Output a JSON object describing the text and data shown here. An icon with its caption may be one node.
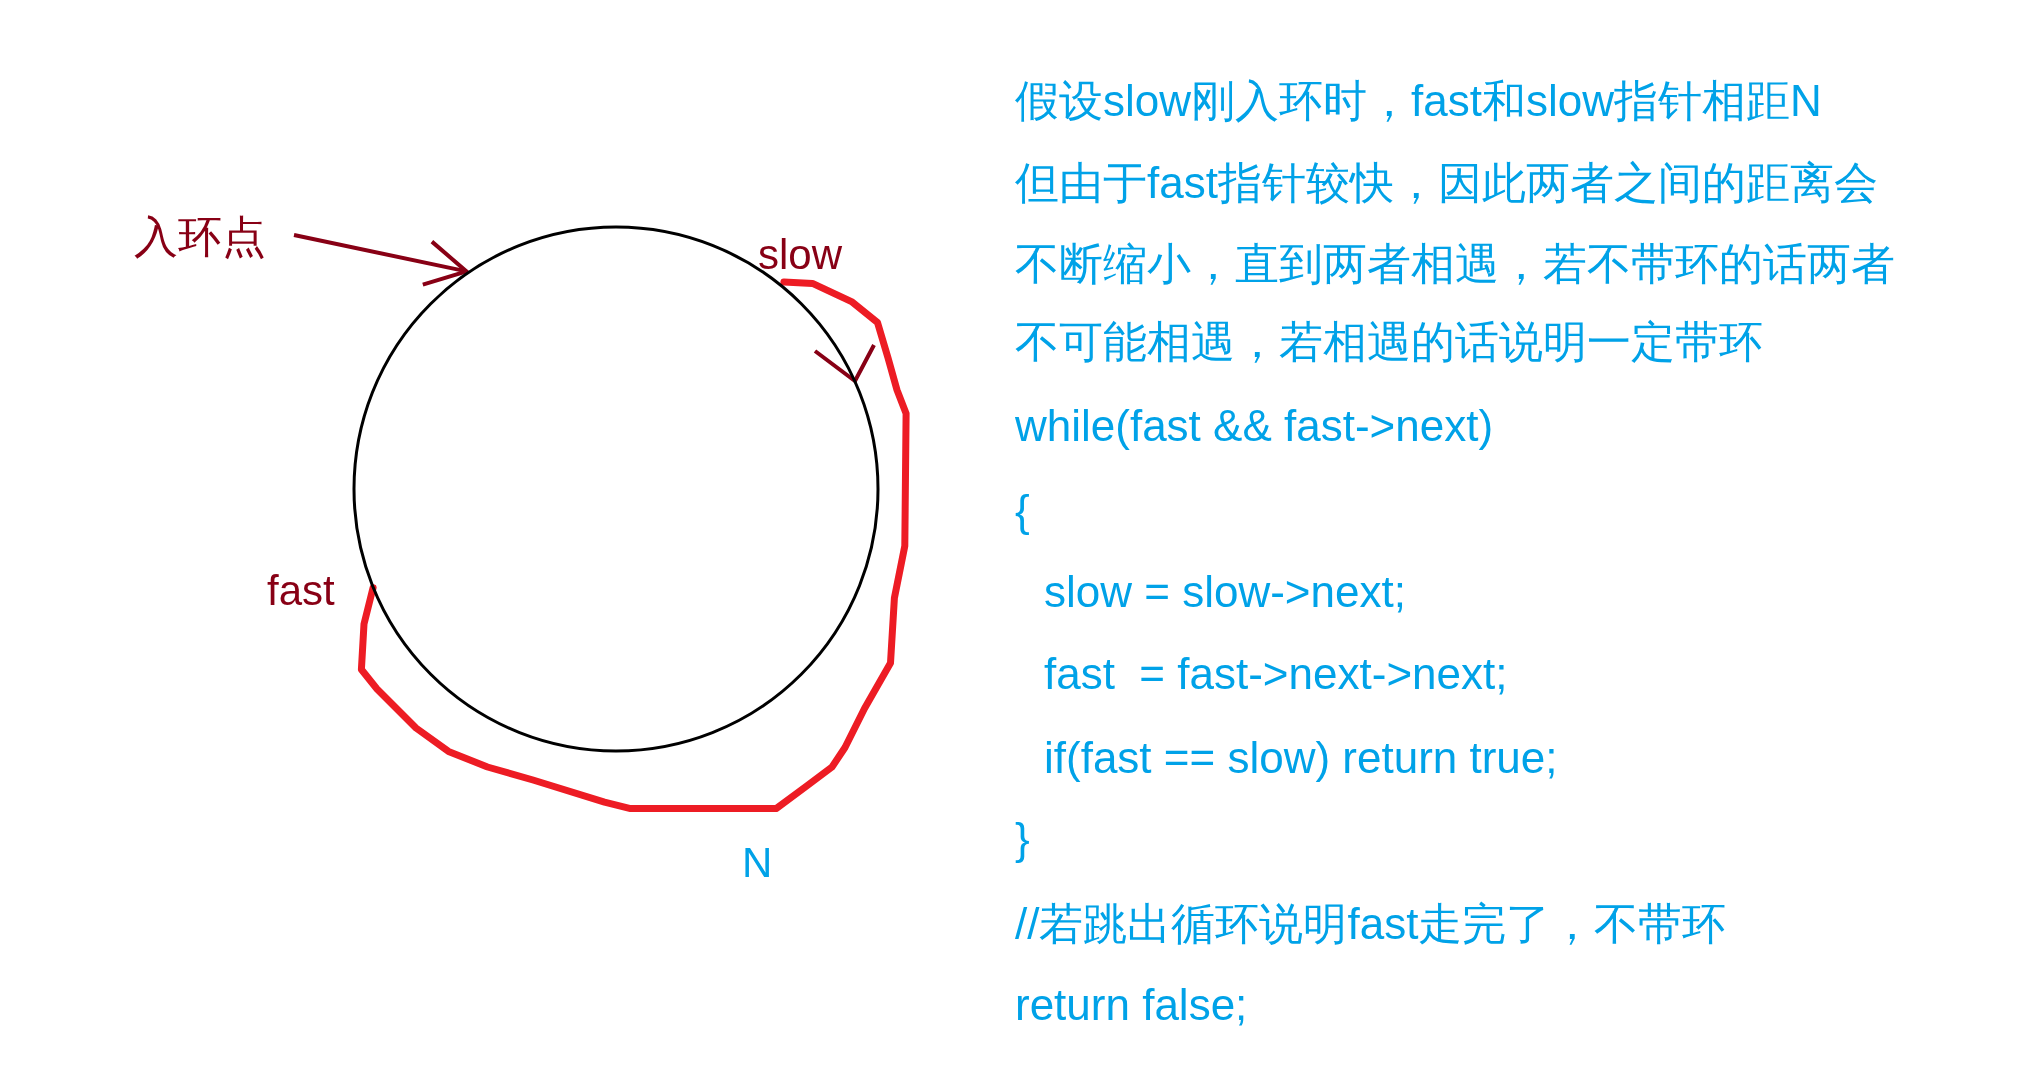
{
  "diagram": {
    "nodes": [
      {
        "text": [
          "入环点"
        ]
      },
      {
        "text": [],
        "shape": "circle"
      }
    ],
    "edges": [
      {
        "from": 0,
        "to": 1,
        "arrow": "to"
      }
    ],
    "labels": [
      "slow",
      "fast",
      "N",
      "假设slow刚入环时，fast和slow指针相距N",
      "但由于fast指针较快，因此两者之间的距离会",
      "不断缩小，直到两者相遇，若不带环的话两者",
      "不可能相遇，若相遇的话说明一定带环",
      "while(fast && fast->next)",
      "{",
      "slow = slow->next;",
      "fast  = fast->next->next;",
      "if(fast == slow) return true;",
      "}",
      "//若跳出循环说明fast走完了，不带环",
      "return false;"
    ]
  }
}
